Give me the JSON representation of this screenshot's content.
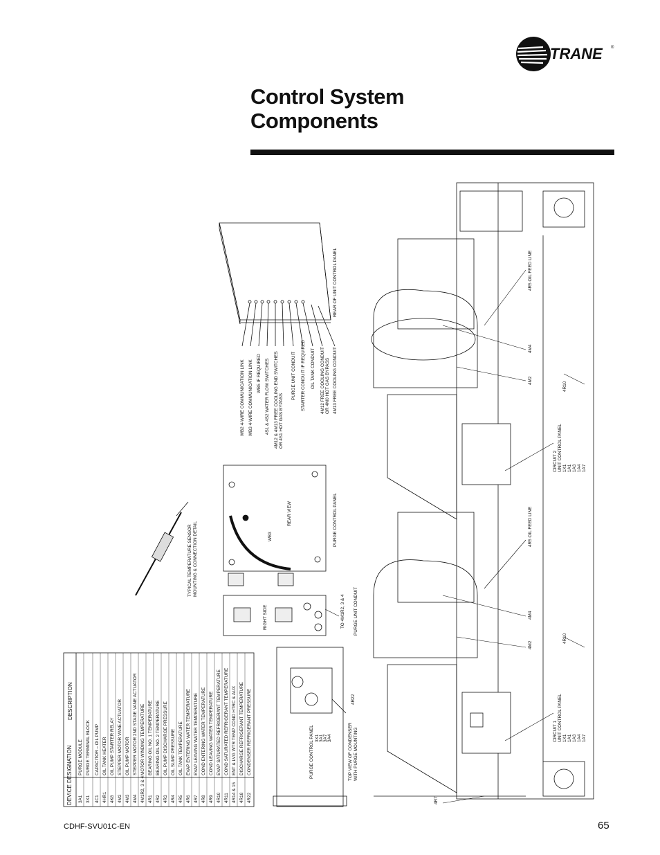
{
  "brand": {
    "name": "TRANE",
    "reg": "®"
  },
  "page": {
    "title_line1": "Control System",
    "title_line2": "Components",
    "footer_doc": "CDHF-SVU01C-EN",
    "page_number": "65"
  },
  "table": {
    "headers": {
      "designation": "DEVICE DESIGNATION",
      "description": "DESCRIPTION"
    },
    "rows": [
      {
        "d": "3A1",
        "t": "PURGE MODULE"
      },
      {
        "d": "3X1",
        "t": "PURGE TERMINAL BLOCK"
      },
      {
        "d": "4C1",
        "t": "CAPACITOR – OIL PUMP"
      },
      {
        "d": "4HR1",
        "t": "OIL TANK HEATER"
      },
      {
        "d": "4K8",
        "t": "OIL PUMP STARTER RELAY"
      },
      {
        "d": "4M2",
        "t": "STEPPER MOTOR VANE ACTUATOR"
      },
      {
        "d": "4M3",
        "t": "OIL PUMP MOTOR"
      },
      {
        "d": "4M4",
        "t": "STEPPER MOTOR 2ND STAGE VANE ACTUATOR"
      },
      {
        "d": "4M1R2, 3 & 4",
        "t": "MOTOR WINDING TEMPERATURE"
      },
      {
        "d": "4R1",
        "t": "BEARING OIL NO. 1 TEMPERATURE"
      },
      {
        "d": "4R2",
        "t": "BEARING OIL NO. 2 TEMPERATURE"
      },
      {
        "d": "4R3",
        "t": "OIL PUMP DISCHARGE PRESSURE"
      },
      {
        "d": "4R4",
        "t": "OIL SUMP PRESSURE"
      },
      {
        "d": "4R5",
        "t": "OIL TANK TEMPERATURE"
      },
      {
        "d": "4R6",
        "t": "EVAP ENTERING WATER TEMPERATURE"
      },
      {
        "d": "4R7",
        "t": "EVAP LEAVING WATER TEMPERATURE"
      },
      {
        "d": "4R8",
        "t": "COND ENTERING WATER TEMPERATURE"
      },
      {
        "d": "4R9",
        "t": "COND LEAVING WATER TEMPERATURE"
      },
      {
        "d": "4R10",
        "t": "EVAP SATURATED REFRIGERANT TEMPERATURE"
      },
      {
        "d": "4R11",
        "t": "COND SATURATED REFRIGERANT TEMPERATURE"
      },
      {
        "d": "4R14 & 15",
        "t": "ENT & LVG WTR TEMP COND HTRC & AUX"
      },
      {
        "d": "4R18",
        "t": "DISCHARGE REFRIGERANT TEMPERATURE"
      },
      {
        "d": "4R22",
        "t": "CONDENSER REFRIGERANT PRESSURE"
      }
    ]
  },
  "callouts": {
    "rear_panel": "REAR OF UNIT CONTROL PANEL",
    "links": [
      "WB2 4-WIRE COMMUNICATION LINK",
      "WB3 4-WIRE COMMUNICATION LINK",
      "WB5 IF REQUIRED",
      "4S1 & 4S2 WATER FLOW SWITCHES",
      "4M12 & 4M13 FREE COOLING END SWITCHES",
      "OR 4S1 HOT GAS BYPASS",
      "PURGE UNIT CONDUIT",
      "STARTER CONDUIT IF REQUIRED",
      "OIL TANK CONDUIT",
      "4M12 FREE COOLING CONDUIT",
      "OR 4M0 HOT GAS BYPASS",
      "4M13 FREE COOLING CONDUIT"
    ],
    "sensor_detail_1": "TYPICAL TEMPERATURE SENSOR",
    "sensor_detail_2": "MOUNTING & CONNECTION DETAIL",
    "wb3": "WB3",
    "rear_view": "REAR VIEW",
    "purge_control_panel": "PURGE CONTROL PANEL",
    "right_side": "RIGHT SIDE",
    "to_4m1": "TO 4M1R2, 3 & 4",
    "purge_conduit": "PURGE UNIT CONDUIT",
    "top_view_1": "TOP VIEW OF CONDENSER",
    "top_view_2": "WITH PURGE MOUNTING",
    "pcp_label": "PURGE CONTROL PANEL",
    "pcp_items": [
      "3X1",
      "3A1",
      "3A7",
      "3A4"
    ],
    "r22": "4R22",
    "oil_feed_1": "4R5 OIL FEED LINE",
    "oil_feed_2": "4R5 OIL FEED LINE",
    "m4_a": "4M4",
    "m2_a": "4M2",
    "r10_a": "4R10",
    "m4_b": "4M4",
    "m2_b": "4M2",
    "r10_b": "4R10",
    "r7": "4R7",
    "circuit2": "CIRCUIT 2",
    "circuit2_panel": "UNIT CONTROL PANEL",
    "circuit2_items": [
      "1X1",
      "1A1",
      "1A3",
      "1A4",
      "1A7"
    ],
    "circuit1": "CIRCUIT 1",
    "circuit1_panel": "UNIT CONTROL PANEL",
    "circuit1_items": [
      "1X1",
      "1A1",
      "1A3",
      "1A4",
      "1A7"
    ]
  }
}
